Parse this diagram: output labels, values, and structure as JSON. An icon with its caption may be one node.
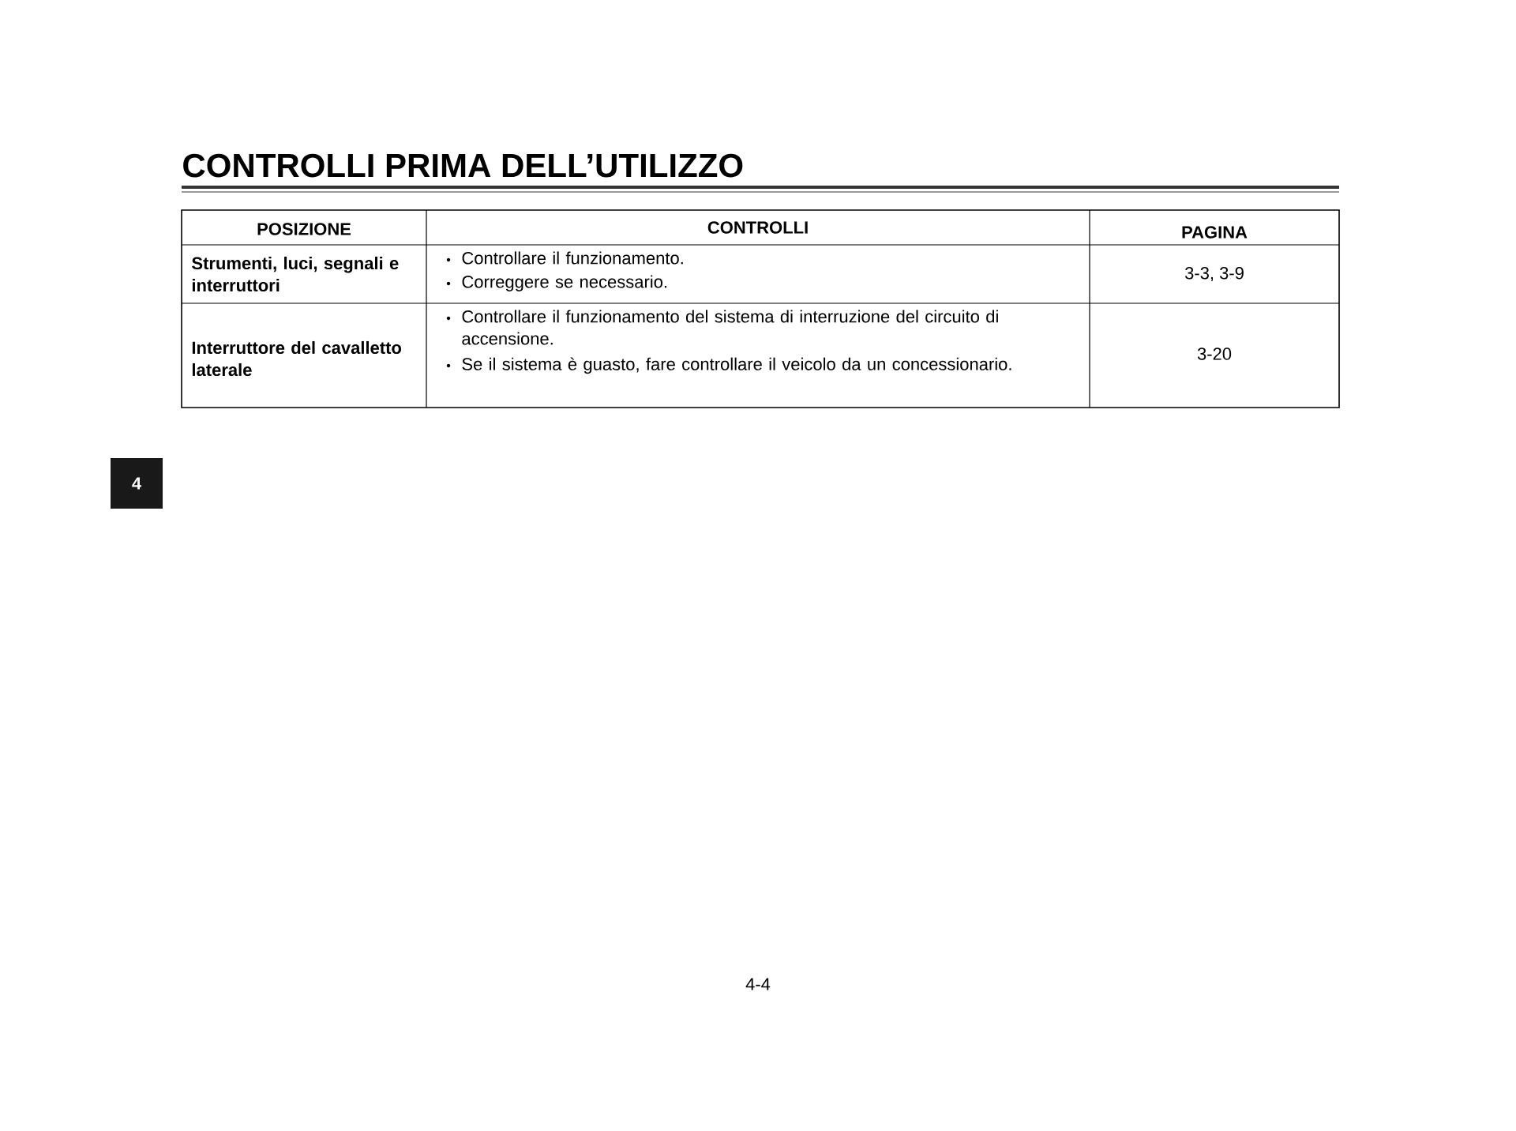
{
  "diagram": {
    "title": "CONTROLLI PRIMA DELL’UTILIZZO",
    "labels": [
      "POSIZIONE",
      "CONTROLLI",
      "PAGINA",
      "Strumenti, luci, segnali e interruttori",
      "Controllare il funzionamento.",
      "Correggere se necessario.",
      "3-3, 3-9",
      "Interruttore del cavalletto laterale",
      "Controllare il funzionamento del sistema di interruzione del circuito di accensione.",
      "Se il sistema è guasto, fare controllare il veicolo da un concessionario.",
      "3-20",
      "4",
      "4-4"
    ]
  }
}
